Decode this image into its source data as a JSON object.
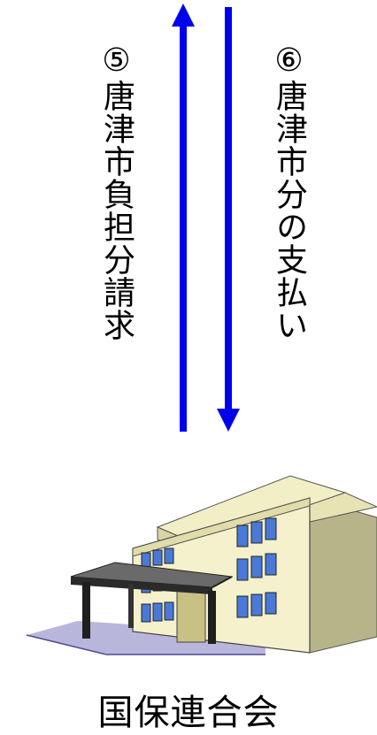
{
  "flows": {
    "left": {
      "number": "⑤",
      "text": "唐津市負担分請求",
      "direction": "up",
      "color": "#0000ee"
    },
    "right": {
      "number": "⑥",
      "text": "唐津市分の支払い",
      "direction": "down",
      "color": "#0000ee"
    }
  },
  "building": {
    "icon": "building-icon",
    "label": "国保連合会"
  }
}
